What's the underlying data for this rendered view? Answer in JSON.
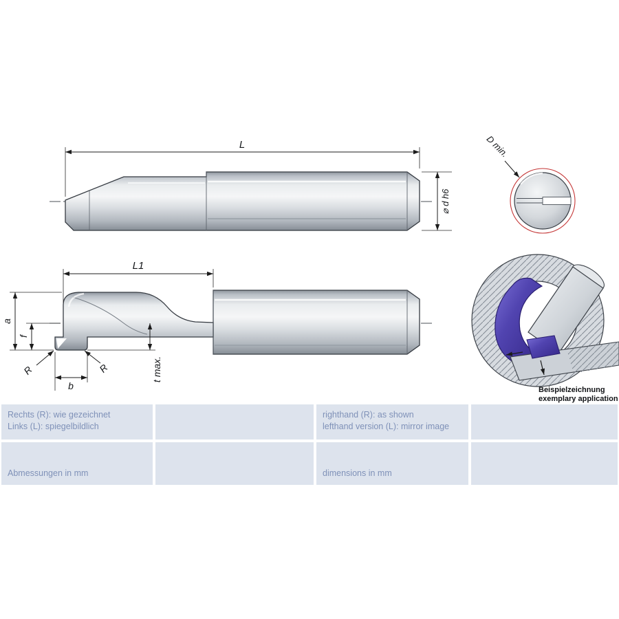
{
  "drawing": {
    "dim_L": "L",
    "dim_L1": "L1",
    "dim_a": "a",
    "dim_f": "f",
    "dim_R_left": "R",
    "dim_R_right": "R",
    "dim_b": "b",
    "dim_t_max": "t max.",
    "dim_shank_diameter": "⌀ d h6",
    "dim_D_min": "D min.",
    "example_caption_line1": "Beispielzeichnung",
    "example_caption_line2": "exemplary application"
  },
  "table": {
    "de_handedness_line1": "Rechts (R): wie gezeichnet",
    "de_handedness_line2": "Links (L): spiegelbildlich",
    "en_handedness_line1": "righthand (R): as shown",
    "en_handedness_line2": "lefthand version (L): mirror image",
    "de_dimensions": "Abmessungen in mm",
    "en_dimensions": "dimensions in mm"
  },
  "colors": {
    "accent_red": "#c43535",
    "insert_purple": "#4b3a9e",
    "table_bg": "#dde3ed",
    "table_text": "#7f91b8"
  }
}
